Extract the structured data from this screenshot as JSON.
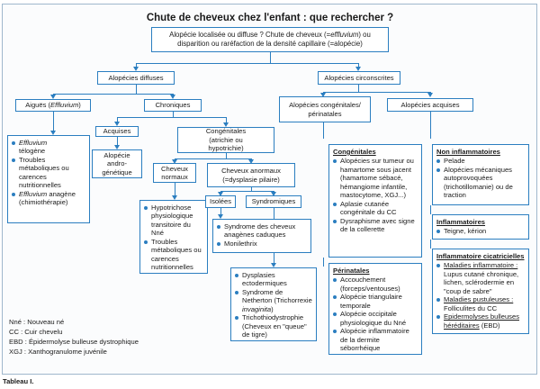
{
  "title": "Chute de cheveux chez l'enfant : que rechercher ?",
  "root": {
    "line1": "Alopécie localisée ou diffuse ? Chute de cheveux (=",
    "line1_it": "effluvium",
    "line1_end": ") ou",
    "line2": "disparition ou raréfaction de la densité capillaire (=alopécie)"
  },
  "diffuses": "Alopécies diffuses",
  "circonscrites": "Alopécies circonscrites",
  "aigues": {
    "pre": "Aiguës (",
    "it": "Effluvium",
    "post": ")"
  },
  "chroniques": "Chroniques",
  "aigues_list": {
    "i1_it": "Effluvium",
    "i1": "télogène",
    "i2": "Troubles métaboliques ou carences nutritionnelles",
    "i3_it": "Effluvium",
    "i3": "anagène (chimiothérapie)"
  },
  "acquises": "Acquises",
  "acquises_detail": "Alopécie andro-génétique",
  "congenitales": "Congénitales (atrichie ou hypotrichie)",
  "normaux": "Cheveux normaux",
  "normaux_list": [
    "Hypotrichose physiologique transitoire du Nné",
    "Troubles métaboliques ou carences nutritionnelles"
  ],
  "anormaux": "Cheveux anormaux (=dysplasie pilaire)",
  "isolees": "Isolées",
  "syndromiques": "Syndromiques",
  "isolees_list": [
    "Syndrome des cheveux anagènes caduques",
    "Monilethrix"
  ],
  "syndromiques_list": {
    "i1": "Dysplasies ectodermiques",
    "i2": "Syndrome de Netherton (Trichorrexie",
    "i2_it": "invaginita",
    "i2_end": ")",
    "i3": "Trichothiodystrophie (Cheveux en \"queue\" de tigre)"
  },
  "cong_perinatales": "Alopécies congénitales/ périnatales",
  "alo_acquises": "Alopécies acquises",
  "congenitales_box": {
    "header": "Congénitales",
    "items": [
      "Alopécies sur tumeur ou hamartome sous jacent (hamartome sébacé, hémangiome infantile, mastocytome, XGJ...)",
      "Aplasie cutanée congénitale du CC",
      "Dysraphisme avec signe de la collerette"
    ]
  },
  "perinatales_box": {
    "header": "Périnatales",
    "items": [
      "Accouchement (forceps/ventouses)",
      "Alopécie triangulaire temporale",
      "Alopécie occipitale physiologique du Nné",
      "Alopécie inflammatoire de la dermite séborrhéique"
    ]
  },
  "non_inflam_box": {
    "header": "Non inflammatoires",
    "items": [
      "Pelade",
      "Alopécies mécaniques autoprovoquées (trichotillomanie) ou de traction"
    ]
  },
  "inflam_box": {
    "header": "Inflammatoires",
    "items": [
      "Teigne, kérion"
    ]
  },
  "cicatricielles_box": {
    "header": "Inflammatoire cicatricielles",
    "i1_head": "Maladies inflammatoire :",
    "i1_text": "Lupus cutané chronique, lichen, sclérodermie en \"coup de sabre\"",
    "i2_head": "Maladies pustuleuses :",
    "i2_text": "Folliculites du CC",
    "i3_head": "Epidermolyses bulleuses héréditaires",
    "i3_text": "(EBD)"
  },
  "legend": [
    "Nné : Nouveau né",
    "CC : Cuir chevelu",
    "EBD : Épidermolyse bulleuse dystrophique",
    "XGJ : Xanthogranulome juvénile"
  ],
  "caption": "Tableau I.",
  "colors": {
    "accent": "#2b7ec0",
    "frame": "#9fb7cc"
  }
}
